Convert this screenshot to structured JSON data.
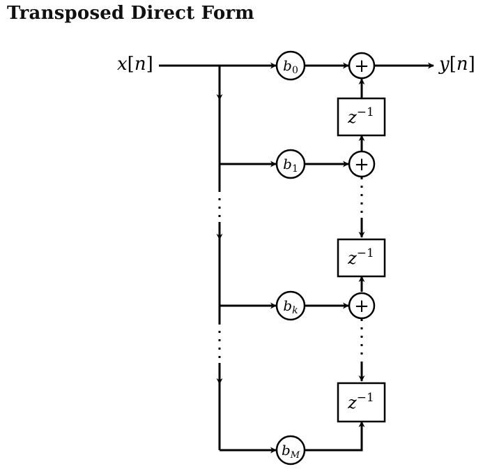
{
  "title": "Transposed Direct Form",
  "signals": {
    "input": {
      "var": "x",
      "index": "n"
    },
    "output": {
      "var": "y",
      "index": "n"
    }
  },
  "coefficients": [
    {
      "base": "b",
      "sub": "0"
    },
    {
      "base": "b",
      "sub": "1"
    },
    {
      "base": "b",
      "sub": "k"
    },
    {
      "base": "b",
      "sub": "M"
    }
  ],
  "adder_symbol": "+",
  "delay": {
    "base": "z",
    "exp": "−1"
  }
}
